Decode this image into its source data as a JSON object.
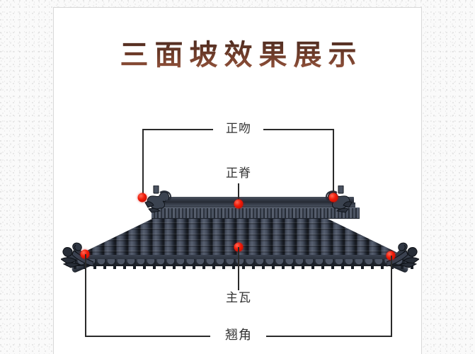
{
  "page": {
    "title": "三面坡效果展示",
    "background_color": "#fafafa",
    "card_color": "#ffffff",
    "title_color": "#5e3224"
  },
  "diagram": {
    "subject": "chinese-tile-roof",
    "marker_color": "#f01a08",
    "line_color": "#2a2a2a",
    "label_color": "#333333",
    "annotations": [
      {
        "id": "zhengwen",
        "label": "正吻",
        "style": "bracket-top",
        "markers": 2
      },
      {
        "id": "zhengji",
        "label": "正脊",
        "style": "leader-down",
        "markers": 1
      },
      {
        "id": "zhuwa",
        "label": "主瓦",
        "style": "leader-up",
        "markers": 1
      },
      {
        "id": "qiaojiao",
        "label": "翘角",
        "style": "bracket-bottom",
        "markers": 2
      }
    ]
  }
}
